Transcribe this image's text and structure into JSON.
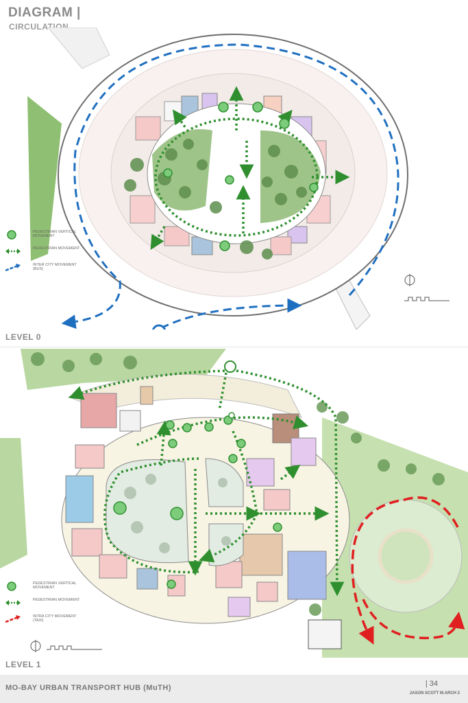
{
  "header": {
    "title": "DIAGRAM  |",
    "subtitle": "CIRCULATION"
  },
  "level0": {
    "label": "LEVEL 0",
    "legend": [
      {
        "symbol": "green-circle",
        "text": "PEDESTRIAN VERTICAL MOVEMENT"
      },
      {
        "symbol": "green-dotted-arrow",
        "text": "PEDESTRIAN MOVEMENT"
      },
      {
        "symbol": "blue-dashed-arrow",
        "text": "INTER CITY MOVEMENT (BUS)"
      }
    ]
  },
  "level1": {
    "label": "LEVEL 1",
    "legend": [
      {
        "symbol": "green-circle",
        "text": "PEDESTRIAN VERTICAL MOVEMENT"
      },
      {
        "symbol": "green-dotted-arrow",
        "text": "PEDESTRIAN MOVEMENT"
      },
      {
        "symbol": "red-dashed-arrow",
        "text": "INTRA CITY MOVEMENT (TAXI)"
      }
    ]
  },
  "footer": {
    "title": "MO-BAY URBAN TRANSPORT HUB (MuTH)",
    "page": "| 34",
    "author": "JASON SCOTT M.ARCH 2"
  },
  "colors": {
    "pedestrian": "#2f8f2f",
    "bus": "#1f6fc0",
    "taxi": "#e02020",
    "vertical": "#6cc06c"
  }
}
